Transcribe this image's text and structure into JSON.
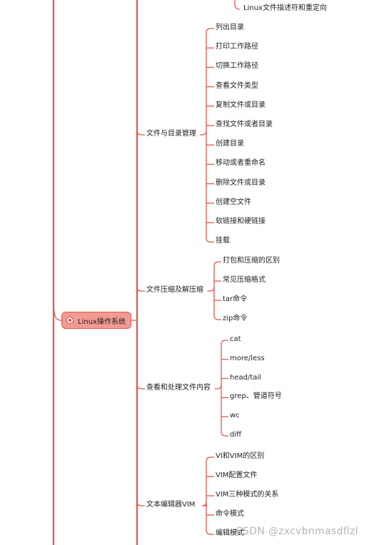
{
  "root": {
    "label": "Linux操作系统"
  },
  "top_item": "Linux文件描述符和重定向",
  "branches": [
    {
      "id": "file-dir",
      "label": "文件与目录管理",
      "children": [
        "列出目录",
        "打印工作路径",
        "切换工作路径",
        "查看文件类型",
        "复制文件或目录",
        "查找文件或者目录",
        "创建目录",
        "移动或者重命名",
        "删除文件或目录",
        "创建空文件",
        "软链接和硬链接",
        "挂载"
      ]
    },
    {
      "id": "compress",
      "label": "文件压缩及解压缩",
      "children": [
        "打包和压缩的区别",
        "常见压缩格式",
        "tar命令",
        "zip命令"
      ]
    },
    {
      "id": "view-content",
      "label": "查看和处理文件内容",
      "children": [
        "cat",
        "more/less",
        "head/tail",
        "grep、管道符号",
        "wc",
        "diff"
      ]
    },
    {
      "id": "vim",
      "label": "文本编辑器VIM",
      "children": [
        "VI和VIM的区别",
        "VIM配置文件",
        "VIM三种模式的关系",
        "命令模式",
        "编辑模式"
      ]
    }
  ],
  "watermark": "CSDN @zxcvbnmasdflzl"
}
